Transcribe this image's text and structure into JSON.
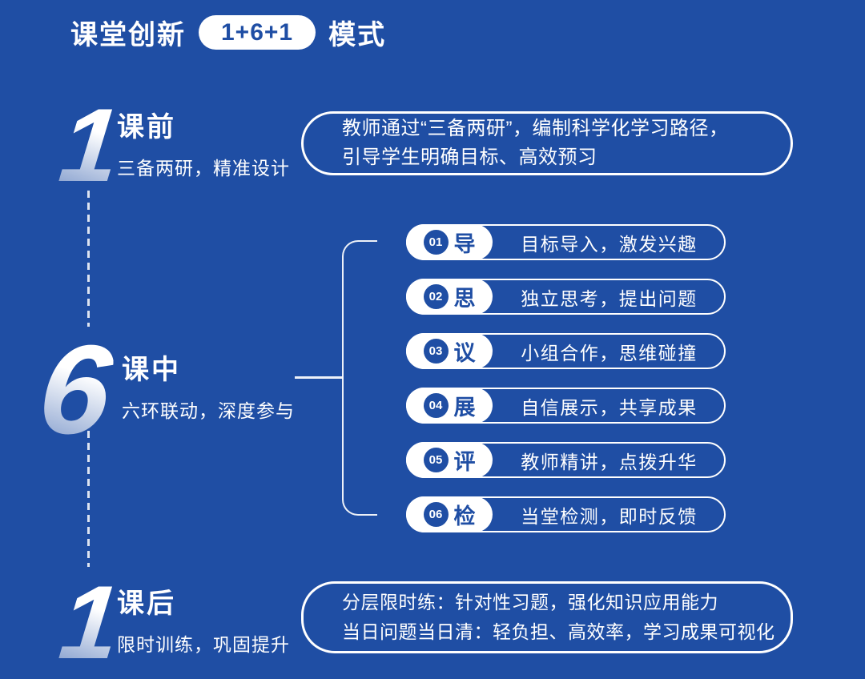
{
  "colors": {
    "background": "#1f4ea4",
    "foreground": "#ffffff",
    "badge_text": "#1f4ea4"
  },
  "title": {
    "prefix": "课堂创新",
    "badge": "1+6+1",
    "suffix": "模式"
  },
  "pre": {
    "number": "1",
    "heading": "课前",
    "subtitle": "三备两研，精准设计",
    "line1": "教师通过“三备两研”，编制科学化学习路径，",
    "line2": "引导学生明确目标、高效预习"
  },
  "mid": {
    "number": "6",
    "heading": "课中",
    "subtitle": "六环联动，深度参与",
    "steps": [
      {
        "num": "01",
        "char": "导",
        "text": "目标导入，激发兴趣"
      },
      {
        "num": "02",
        "char": "思",
        "text": "独立思考，提出问题"
      },
      {
        "num": "03",
        "char": "议",
        "text": "小组合作，思维碰撞"
      },
      {
        "num": "04",
        "char": "展",
        "text": "自信展示，共享成果"
      },
      {
        "num": "05",
        "char": "评",
        "text": "教师精讲，点拨升华"
      },
      {
        "num": "06",
        "char": "检",
        "text": "当堂检测，即时反馈"
      }
    ]
  },
  "post": {
    "number": "1",
    "heading": "课后",
    "subtitle": "限时训练，巩固提升",
    "line1": "分层限时练：针对性习题，强化知识应用能力",
    "line2": "当日问题当日清：轻负担、高效率，学习成果可视化"
  }
}
